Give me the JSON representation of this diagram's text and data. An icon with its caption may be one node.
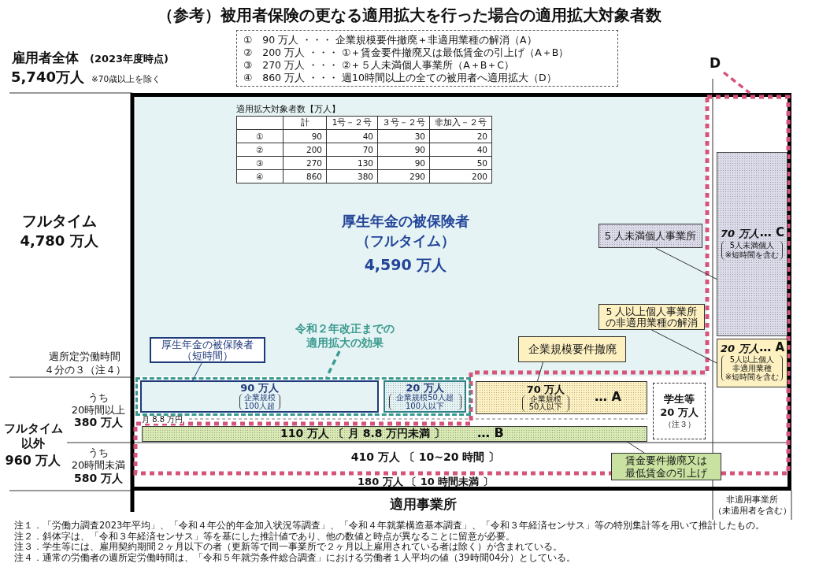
{
  "diagram": {
    "title": "（参考）被用者保険の更なる適用拡大を行った場合の適用拡大対象者数",
    "nodes": [
      {
        "text": [
          "厚生年金の被保険者（フルタイム）",
          "4,590 万人"
        ]
      },
      {
        "text": [
          "厚生年金の被保険者（短時間）"
        ],
        "in": 0
      },
      {
        "text": [
          "令和２年改正までの適用拡大の効果"
        ],
        "in": 0
      },
      {
        "text": [],
        "shape": "box"
      },
      {
        "text": [
          "90 万人",
          "企業規模100人超"
        ],
        "in": 3
      },
      {
        "text": [
          "20 万人",
          "企業規模50人超100人以下"
        ],
        "in": 3
      },
      {
        "text": [
          "企業規模要件撤廃"
        ],
        "in": 0
      },
      {
        "text": [
          "70 万人",
          "企業規模50人以下",
          "… A"
        ]
      },
      {
        "text": [
          "学生等",
          "20 万人",
          "（注３）"
        ]
      },
      {
        "text": [
          "110 万人 〔 月 8.8 万円未満 〕",
          "… B"
        ]
      },
      {
        "text": [
          "賃金要件撤廃又は最低賃金の引上げ"
        ]
      },
      {
        "text": [
          "5 人未満個人事業所"
        ],
        "in": 0
      },
      {
        "text": [
          "70 万人",
          "… C",
          "5人未満個人",
          "※短時間を含む"
        ]
      },
      {
        "text": [
          "5 人以上個人事業所の非適用業種の解消"
        ],
        "in": 0
      },
      {
        "text": [
          "20 万人",
          "… A",
          "5人以上個人非適用業種",
          "※短時間を含む"
        ]
      },
      {
        "text": [
          "D"
        ]
      }
    ],
    "edges": [
      {
        "from": 1,
        "to": 4,
        "arrow": "none",
        "color": "#1f3a7a"
      },
      {
        "from": 2,
        "to": 3,
        "arrow": "none",
        "style": "dashed",
        "color": "#3a9a8f"
      },
      {
        "from": 6,
        "to": 7,
        "arrow": "none"
      },
      {
        "from": 10,
        "to": 9,
        "arrow": "none"
      },
      {
        "from": 11,
        "to": 12,
        "arrow": "none"
      },
      {
        "from": 13,
        "to": 14,
        "arrow": "none"
      },
      {
        "from": 15,
        "to": null,
        "arrow": "none",
        "style": "dashed",
        "color": "#d6547a"
      }
    ],
    "labels": [
      "①　90 万人 ・・・ 企業規模要件撤廃＋非適用業種の解消（A）",
      "②　200 万人 ・・・ ①＋賃金要件撤廃又は最低賃金の引上げ（A＋B）",
      "③　270 万人 ・・・ ②＋５人未満個人事業所（A＋B＋C）",
      "④　860 万人 ・・・ 週10時間以上の全ての被用者へ適用拡大（D）",
      "雇用者全体",
      "(2023年度時点)",
      "5,740万人",
      "※70歳以上を除く",
      "適用拡大対象者数【万人】",
      "計",
      "1号－２号",
      "３号－２号",
      "非加入－２号",
      "①",
      "90",
      "40",
      "30",
      "20",
      "②",
      "200",
      "70",
      "90",
      "40",
      "③",
      "270",
      "130",
      "90",
      "50",
      "④",
      "860",
      "380",
      "290",
      "200",
      "フルタイム",
      "4,780 万人",
      "週所定労働時間",
      "４分の３（注４）",
      "うち",
      "20時間以上",
      "380 万人",
      "月 8.8 万円",
      "フルタイム以外",
      "960 万人",
      "うち",
      "410 万人 〔 10~20 時間 〕",
      "20時間未満",
      "580 万人",
      "180 万人 〔 10 時間未満 〕",
      "適用事業所",
      "非適用事業所",
      "（未適用者を含む）",
      "注１．「労働力調査2023年平均」、「令和４年公的年金加入状況等調査」、「令和４年就業構造基本調査」、「令和３年経済センサス」等の特別集計等を用いて推計したもの。",
      "注２．斜体字は、「令和３年経済センサス」等を基にした推計値であり、他の数値と時点が異なることに留意が必要。",
      "注３．学生等には、雇用契約期間２ヶ月以下の者（更新等で同一事業所で２ヶ月以上雇用されている者は除く）が含まれている。",
      "注４．通常の労働者の週所定労働時間は、「令和５年就労条件総合調査」における労働者１人平均の値（39時間04分）としている。"
    ]
  }
}
